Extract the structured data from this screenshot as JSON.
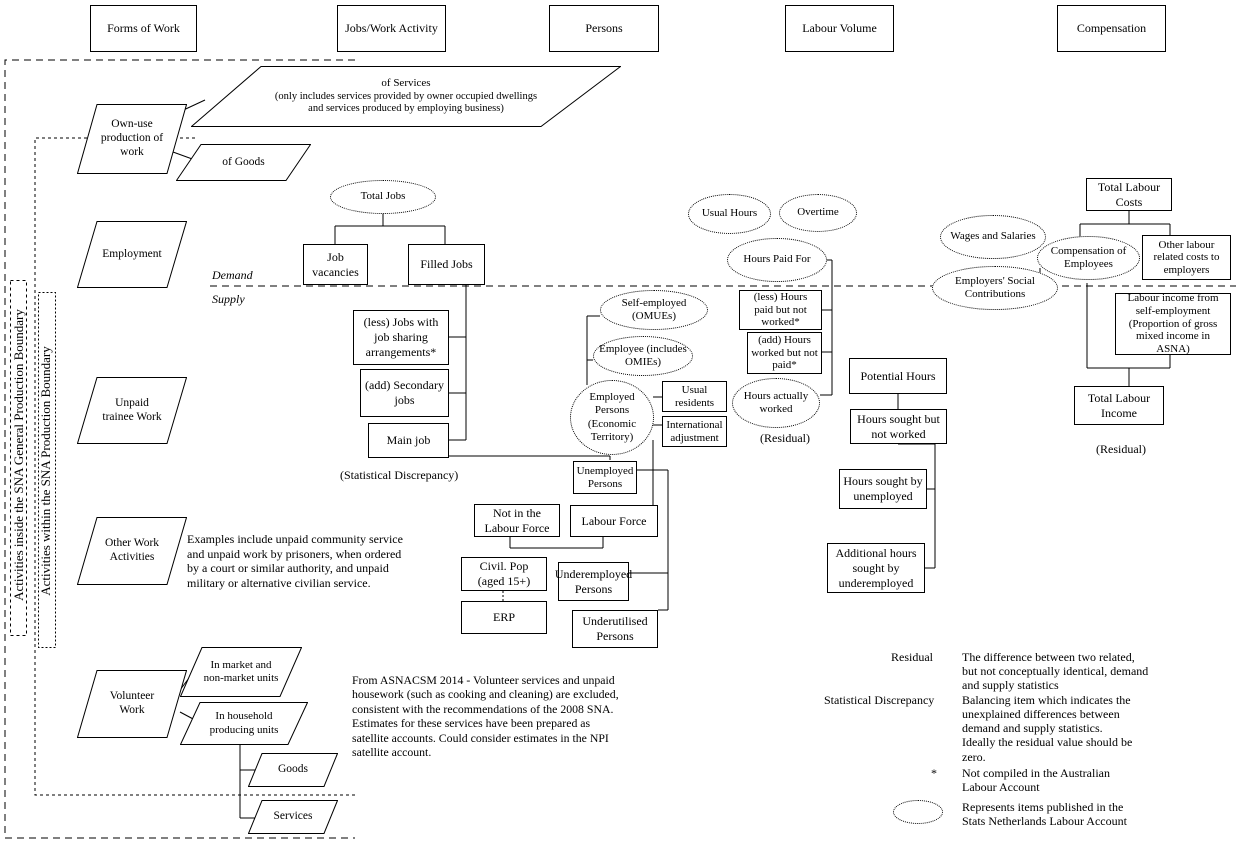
{
  "header": {
    "forms_of_work": "Forms of Work",
    "jobs_work_activity": "Jobs/Work Activity",
    "persons": "Persons",
    "labour_volume": "Labour Volume",
    "compensation": "Compensation"
  },
  "boundaries": {
    "general_production": "Activities inside the SNA General Production Boundary",
    "sna_production": "Activities within the SNA Production Boundary"
  },
  "forms": {
    "own_use": "Own-use production of work",
    "employment": "Employment",
    "unpaid_trainee": "Unpaid trainee Work",
    "other_work": "Other Work Activities",
    "volunteer": "Volunteer Work"
  },
  "own_use": {
    "services_line1": "of Services",
    "services_line2": "(only includes services provided by owner occupied dwellings",
    "services_line3": "and services produced by employing business)",
    "goods": "of Goods"
  },
  "labels": {
    "demand": "Demand",
    "supply": "Supply",
    "statistical_discrepancy_note": "(Statistical Discrepancy)",
    "residual_labour": "(Residual)",
    "residual_comp": "(Residual)"
  },
  "jobs": {
    "total_jobs": "Total Jobs",
    "job_vacancies": "Job vacancies",
    "filled_jobs": "Filled Jobs",
    "less_job_sharing": "(less) Jobs with job sharing arrangements*",
    "add_secondary": "(add) Secondary jobs",
    "main_job": "Main job"
  },
  "persons": {
    "self_employed": "Self-employed (OMUEs)",
    "employee": "Employee (includes OMIEs)",
    "employed_persons": "Employed Persons (Economic Territory)",
    "usual_residents": "Usual residents",
    "international_adjustment": "International adjustment",
    "unemployed": "Unemployed Persons",
    "not_in_labour_force": "Not in the Labour Force",
    "labour_force": "Labour Force",
    "civil_pop": "Civil. Pop (aged 15+)",
    "erp": "ERP",
    "underemployed": "Underemployed Persons",
    "underutilised": "Underutilised Persons"
  },
  "labour_volume": {
    "usual_hours": "Usual Hours",
    "overtime": "Overtime",
    "hours_paid_for": "Hours Paid For",
    "less_hours_paid": "(less) Hours paid but not worked*",
    "add_hours_worked": "(add) Hours worked but not paid*",
    "hours_actually_worked": "Hours actually worked",
    "potential_hours": "Potential Hours",
    "hours_sought_not_worked": "Hours sought but not worked",
    "hours_sought_unemployed": "Hours sought by unemployed",
    "additional_hours": "Additional hours sought by underemployed"
  },
  "compensation": {
    "total_labour_costs": "Total Labour Costs",
    "wages_salaries": "Wages and Salaries",
    "compensation_of_employees": "Compensation of Employees",
    "other_labour_costs": "Other labour related costs to employers",
    "employers_social": "Employers' Social Contributions",
    "self_employment_income": "Labour income from self-employment (Proportion of gross mixed income in ASNA)",
    "total_labour_income": "Total Labour Income"
  },
  "other_work_note": [
    "Examples include unpaid community service",
    "and unpaid work by prisoners, when ordered",
    "by a court or similar authority, and unpaid",
    "military or alternative civilian service."
  ],
  "volunteer": {
    "market_units": "In market and non-market units",
    "household_units": "In household producing units",
    "goods": "Goods",
    "services": "Services"
  },
  "asnacsm_note": [
    "From ASNACSM 2014 - Volunteer services and unpaid",
    "housework (such as cooking and cleaning) are excluded,",
    "consistent with the recommendations of the 2008 SNA.",
    "Estimates for these services have been prepared as",
    "satellite accounts. Could consider estimates in the NPI",
    "satellite account."
  ],
  "legend": {
    "residual_term": "Residual",
    "residual_def": [
      "The difference between two related,",
      "but not conceptually identical, demand",
      "and supply statistics"
    ],
    "discrepancy_term": "Statistical Discrepancy",
    "discrepancy_def": [
      "Balancing item which indicates the",
      "unexplained differences between",
      "demand and supply statistics.",
      "Ideally the residual value should be",
      "zero."
    ],
    "asterisk_term": "*",
    "asterisk_def": [
      "Not compiled in the Australian",
      "Labour Account"
    ],
    "ellipse_def": [
      "Represents items published in the",
      "Stats Netherlands Labour Account"
    ]
  }
}
